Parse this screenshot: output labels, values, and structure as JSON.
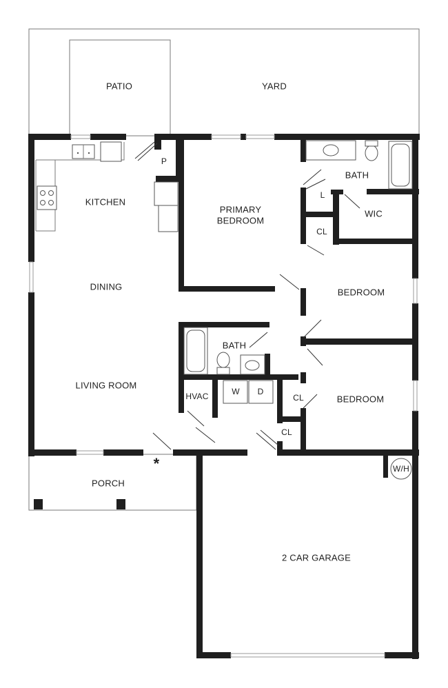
{
  "rooms": {
    "patio": "PATIO",
    "yard": "YARD",
    "kitchen": "KITCHEN",
    "pantry": "P",
    "primary_bedroom_line1": "PRIMARY",
    "primary_bedroom_line2": "BEDROOM",
    "bath_primary": "BATH",
    "linen": "L",
    "wic": "WIC",
    "closet_primary": "CL",
    "dining": "DINING",
    "bedroom_2": "BEDROOM",
    "bath_hall": "BATH",
    "living_room": "LIVING ROOM",
    "hvac": "HVAC",
    "washer": "W",
    "dryer": "D",
    "closet_hall": "CL",
    "bedroom_3": "BEDROOM",
    "closet_laundry": "CL",
    "porch": "PORCH",
    "water_heater": "W/H",
    "entry_marker": "*",
    "garage": "2 CAR GARAGE"
  }
}
